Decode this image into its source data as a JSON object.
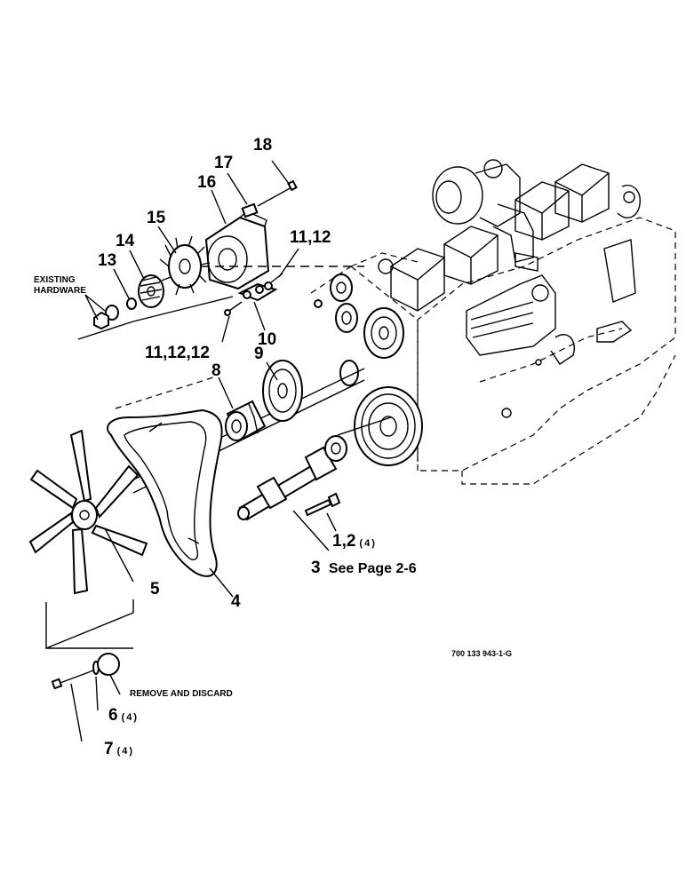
{
  "figure_id": "700 133 943-1-G",
  "notes": {
    "existing_hardware_line1": "EXISTING",
    "existing_hardware_line2": "HARDWARE",
    "remove_and_discard": "REMOVE AND DISCARD",
    "see_page": "See Page 2-6"
  },
  "callouts": {
    "c18": "18",
    "c17": "17",
    "c16": "16",
    "c15": "15",
    "c14": "14",
    "c13": "13",
    "c11_12_top": "11,12",
    "c11_12_12": "11,12,12",
    "c10": "10",
    "c9": "9",
    "c8": "8",
    "c1_2": "1,2",
    "c1_2_qty": "(4)",
    "c3": "3",
    "c4": "4",
    "c5": "5",
    "c6": "6",
    "c6_qty": "(4)",
    "c7": "7",
    "c7_qty": "(4)"
  }
}
